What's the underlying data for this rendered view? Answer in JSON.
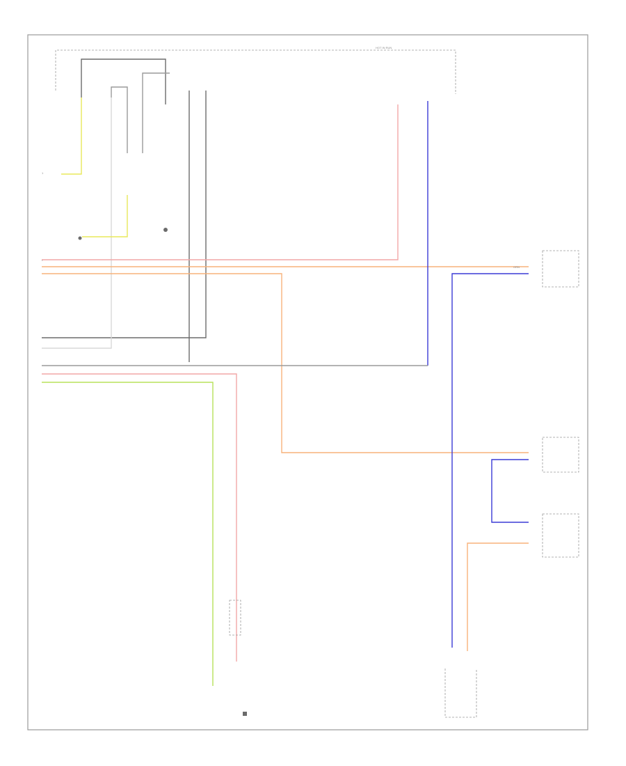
{
  "colors": {
    "frame": "#9a9a9a",
    "grey_wire": "#9a9a9a",
    "black_wire": "#6b6b6b",
    "yellow_wire": "#e8e85a",
    "pink_wire": "#f2a7a7",
    "orange_wire": "#f7b27a",
    "blue_wire": "#3a3ad6",
    "green_wire": "#b7e25a",
    "light_wire": "#d8d8d8"
  },
  "labels": {
    "hot_in_run": "HOT IN RUN",
    "rs_left": "1",
    "rs_bullet_a": "•",
    "orange_wire_abbr": "ORN"
  },
  "icons": [
    "ground-symbol-icon",
    "splice-dot-icon",
    "connector-pin-icon"
  ]
}
